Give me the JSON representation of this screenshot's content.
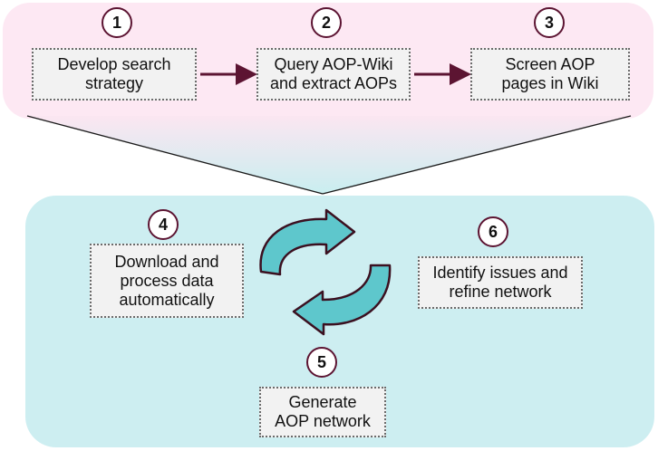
{
  "colors": {
    "top_panel": "#fde8f3",
    "bottom_panel": "#cdeef1",
    "arrow": "#5c1432",
    "cycle_fill": "#5ec7cc",
    "cycle_stroke": "#3b1020"
  },
  "steps": [
    {
      "number": "1",
      "line1": "Develop search",
      "line2": "strategy"
    },
    {
      "number": "2",
      "line1": "Query AOP-Wiki",
      "line2": "and extract AOPs"
    },
    {
      "number": "3",
      "line1": "Screen AOP",
      "line2": "pages in Wiki"
    },
    {
      "number": "4",
      "line1": "Download and",
      "line2": "process data",
      "line3": "automatically"
    },
    {
      "number": "5",
      "line1": "Generate",
      "line2": "AOP network"
    },
    {
      "number": "6",
      "line1": "Identify issues and",
      "line2": "refine network"
    }
  ]
}
